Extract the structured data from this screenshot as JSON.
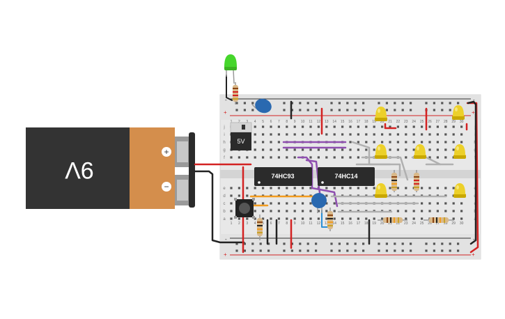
{
  "battery": {
    "voltage_label": "9V",
    "plus_symbol": "+",
    "minus_symbol": "−"
  },
  "regulator": {
    "label": "5V"
  },
  "chips": [
    {
      "name": "chip-74hc93",
      "label": "74HC93"
    },
    {
      "name": "chip-74hc14",
      "label": "74HC14"
    }
  ],
  "breadboard": {
    "rail_plus_symbol": "+",
    "rail_minus_symbol": "-",
    "row_letters_top": [
      "j",
      "i",
      "h",
      "g",
      "f"
    ],
    "row_letters_bottom": [
      "e",
      "d",
      "c",
      "b",
      "a"
    ],
    "column_numbers": [
      "1",
      "2",
      "3",
      "4",
      "5",
      "6",
      "7",
      "8",
      "9",
      "10",
      "11",
      "12",
      "13",
      "14",
      "15",
      "16",
      "17",
      "18",
      "19",
      "20",
      "21",
      "22",
      "23",
      "24",
      "25",
      "26",
      "27",
      "28",
      "29",
      "30"
    ]
  },
  "colors": {
    "battery_body": "#333333",
    "battery_label": "#d48e4c",
    "breadboard": "#e8e8e8",
    "wire_red": "#d32222",
    "wire_black": "#222222",
    "wire_purple": "#8f4fb0",
    "wire_orange": "#f29c20",
    "wire_gray": "#b0b0b0",
    "wire_blue": "#2b8fd6",
    "led_yellow": "#ecd02a",
    "led_green": "#46d62c",
    "capacitor_blue": "#2a69b0"
  }
}
